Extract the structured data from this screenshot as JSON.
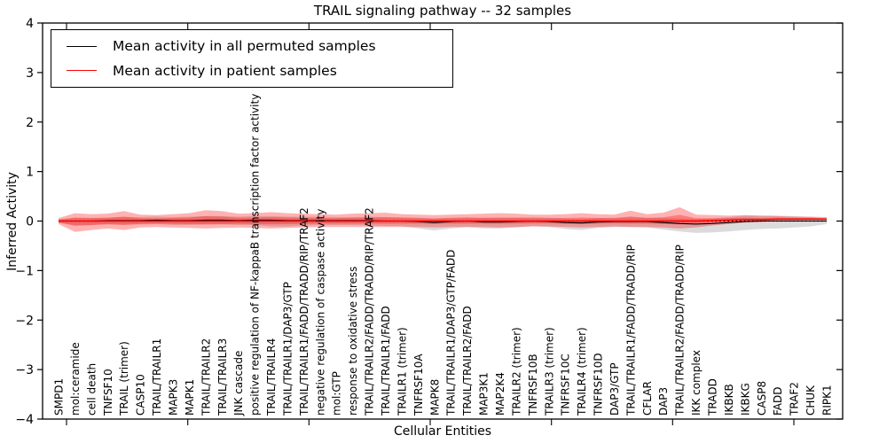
{
  "figure": {
    "title": "TRAIL signaling pathway -- 32 samples",
    "xlabel": "Cellular Entities",
    "ylabel": "Inferred Activity"
  },
  "legend": {
    "items": [
      {
        "label": "Mean activity in all permuted samples",
        "color": "#000000"
      },
      {
        "label": "Mean activity in patient samples",
        "color": "#ff0000"
      }
    ]
  },
  "chart_data": {
    "type": "line",
    "title": "TRAIL signaling pathway -- 32 samples",
    "xlabel": "Cellular Entities",
    "ylabel": "Inferred Activity",
    "ylim": [
      -4,
      4
    ],
    "yticks": [
      -4,
      -3,
      -2,
      -1,
      0,
      1,
      2,
      3,
      4
    ],
    "grid": false,
    "legend_position": "upper left",
    "colors": {
      "permuted_line": "#000000",
      "patient_line": "#ff0000",
      "patient_band": "rgba(255,0,0,0.30)",
      "permuted_band": "rgba(125,125,125,0.28)",
      "zero_dotted_line": "#000000"
    },
    "entities": [
      "SMPD1",
      "mol:ceramide",
      "cell death",
      "TNFSF10",
      "TRAIL (trimer)",
      "CASP10",
      "TRAIL/TRAILR1",
      "MAPK3",
      "MAPK1",
      "TRAIL/TRAILR2",
      "TRAIL/TRAILR3",
      "JNK cascade",
      "positive regulation of NF-kappaB transcription factor activity",
      "TRAIL/TRAILR4",
      "TRAIL/TRAILR1/DAP3/GTP",
      "TRAIL/TRAILR1/FADD/TRADD/RIP/TRAF2",
      "negative regulation of caspase activity",
      "mol:GTP",
      "response to oxidative stress",
      "TRAIL/TRAILR2/FADD/TRADD/RIP/TRAF2",
      "TRAIL/TRAILR1/FADD",
      "TRAILR1 (trimer)",
      "TNFRSF10A",
      "MAPK8",
      "TRAIL/TRAILR1/DAP3/GTP/FADD",
      "TRAIL/TRAILR2/FADD",
      "MAP3K1",
      "MAP2K4",
      "TRAILR2 (trimer)",
      "TNFRSF10B",
      "TRAILR3 (trimer)",
      "TNFRSF10C",
      "TRAILR4 (trimer)",
      "TNFRSF10D",
      "DAP3/GTP",
      "TRAIL/TRAILR1/FADD/TRADD/RIP",
      "CFLAR",
      "DAP3",
      "TRAIL/TRAILR2/FADD/TRADD/RIP",
      "IKK complex",
      "TRADD",
      "IKBKB",
      "IKBKG",
      "CASP8",
      "FADD",
      "TRAF2",
      "CHUK",
      "RIPK1"
    ],
    "series": [
      {
        "name": "Mean activity in all permuted samples",
        "color": "#000000",
        "values": [
          0,
          0,
          0,
          0.01,
          0.01,
          0.01,
          0.02,
          0.01,
          0.01,
          0.02,
          0.02,
          0.01,
          0.02,
          0.02,
          0.01,
          0.01,
          0.01,
          0.01,
          0.01,
          0.01,
          0,
          0,
          -0.01,
          -0.03,
          -0.01,
          0,
          -0.02,
          -0.02,
          -0.01,
          0,
          -0.01,
          -0.03,
          -0.04,
          -0.02,
          -0.01,
          -0.01,
          -0.01,
          -0.03,
          -0.05,
          -0.06,
          -0.05,
          -0.03,
          -0.01,
          0,
          0,
          0,
          0,
          0
        ]
      },
      {
        "name": "Mean activity in patient samples",
        "color": "#ff0000",
        "values": [
          0,
          0,
          0,
          0,
          0,
          0,
          0,
          0,
          0,
          0,
          0,
          0,
          0,
          0,
          0,
          0,
          0,
          0,
          0,
          0,
          0,
          0,
          0,
          0,
          0,
          0,
          0,
          0,
          0,
          0,
          0,
          0,
          0,
          0,
          0,
          0,
          0,
          0,
          0,
          0,
          0.01,
          0.02,
          0.03,
          0.03,
          0.04,
          0.04,
          0.04,
          0.04
        ]
      }
    ],
    "bands": {
      "patient_halfwidth_up": [
        0.06,
        0.16,
        0.14,
        0.15,
        0.2,
        0.13,
        0.12,
        0.14,
        0.16,
        0.22,
        0.2,
        0.15,
        0.16,
        0.18,
        0.16,
        0.15,
        0.14,
        0.13,
        0.15,
        0.16,
        0.17,
        0.14,
        0.13,
        0.12,
        0.13,
        0.14,
        0.15,
        0.16,
        0.15,
        0.13,
        0.13,
        0.14,
        0.16,
        0.14,
        0.13,
        0.21,
        0.14,
        0.17,
        0.28,
        0.13,
        0.11,
        0.09,
        0.09,
        0.07,
        0.06,
        0.05,
        0.05,
        0.04
      ],
      "patient_halfwidth_down": [
        0.06,
        0.22,
        0.18,
        0.15,
        0.18,
        0.13,
        0.12,
        0.13,
        0.14,
        0.15,
        0.14,
        0.13,
        0.14,
        0.15,
        0.14,
        0.13,
        0.12,
        0.12,
        0.12,
        0.12,
        0.12,
        0.12,
        0.12,
        0.13,
        0.12,
        0.12,
        0.12,
        0.13,
        0.12,
        0.11,
        0.11,
        0.12,
        0.13,
        0.12,
        0.11,
        0.12,
        0.12,
        0.13,
        0.15,
        0.13,
        0.1,
        0.08,
        0.06,
        0.05,
        0.04,
        0.04,
        0.03,
        0.03
      ],
      "permuted_halfwidth_up": [
        0.04,
        0.06,
        0.06,
        0.06,
        0.07,
        0.07,
        0.07,
        0.07,
        0.08,
        0.08,
        0.08,
        0.08,
        0.08,
        0.08,
        0.08,
        0.08,
        0.08,
        0.07,
        0.07,
        0.08,
        0.08,
        0.08,
        0.08,
        0.08,
        0.08,
        0.08,
        0.08,
        0.08,
        0.08,
        0.08,
        0.08,
        0.08,
        0.08,
        0.08,
        0.08,
        0.08,
        0.08,
        0.09,
        0.1,
        0.1,
        0.1,
        0.11,
        0.12,
        0.12,
        0.11,
        0.1,
        0.08,
        0.05
      ],
      "permuted_halfwidth_down": [
        0.04,
        0.08,
        0.08,
        0.07,
        0.08,
        0.08,
        0.08,
        0.09,
        0.09,
        0.09,
        0.09,
        0.09,
        0.1,
        0.13,
        0.12,
        0.1,
        0.09,
        0.09,
        0.09,
        0.1,
        0.1,
        0.1,
        0.14,
        0.16,
        0.14,
        0.12,
        0.13,
        0.13,
        0.12,
        0.1,
        0.11,
        0.13,
        0.14,
        0.12,
        0.11,
        0.11,
        0.12,
        0.14,
        0.16,
        0.18,
        0.18,
        0.18,
        0.17,
        0.16,
        0.15,
        0.13,
        0.11,
        0.06
      ]
    }
  }
}
